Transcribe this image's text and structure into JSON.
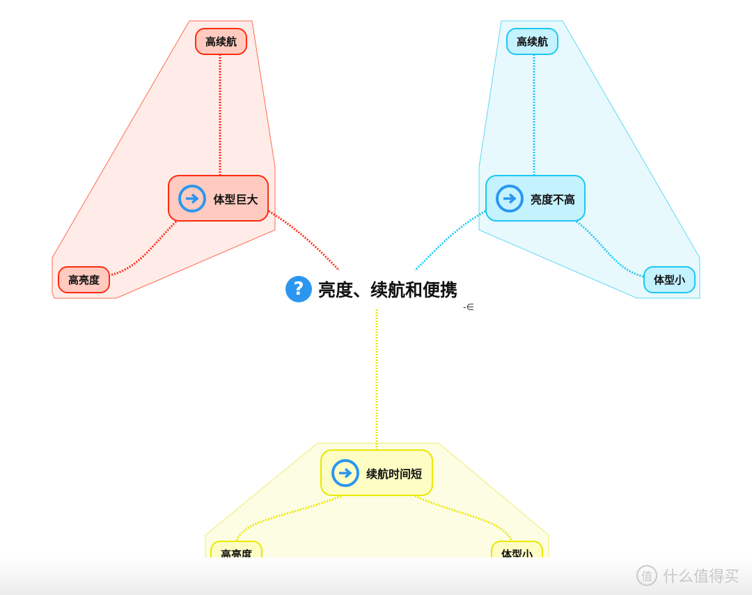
{
  "center": {
    "icon": "question-icon",
    "title": "亮度、续航和便携",
    "marker": "-∈"
  },
  "branches": {
    "red": {
      "color": "#ff2a10",
      "topic": "体型巨大",
      "icon": "arrow-right-circle-icon",
      "top_leaf": "高续航",
      "side_leaf": "高亮度"
    },
    "blue": {
      "color": "#1cc8f0",
      "topic": "亮度不高",
      "icon": "arrow-right-circle-icon",
      "top_leaf": "高续航",
      "side_leaf": "体型小"
    },
    "yellow": {
      "color": "#e8e800",
      "topic": "续航时间短",
      "icon": "arrow-right-circle-icon",
      "left_leaf": "高亮度",
      "right_leaf": "体型小"
    }
  },
  "watermark": {
    "logo": "值",
    "text": "什么值得买"
  }
}
